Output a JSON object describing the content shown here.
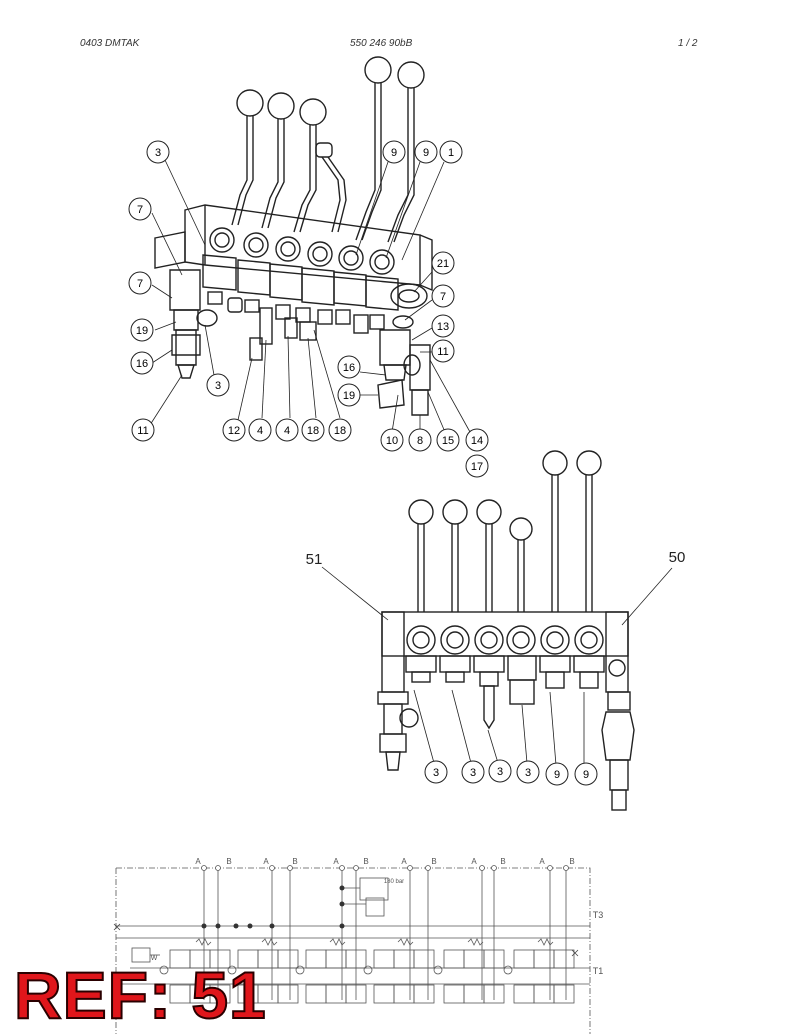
{
  "header": {
    "left": "0403   DMTAK",
    "center": "550 246 90bB",
    "right": "1 /   2"
  },
  "top_balloons": [
    "3",
    "7",
    "7",
    "19",
    "16",
    "11",
    "3",
    "12",
    "4",
    "4",
    "18",
    "18",
    "9",
    "9",
    "1",
    "21",
    "7",
    "13",
    "11",
    "16",
    "19",
    "10",
    "8",
    "15",
    "14",
    "17"
  ],
  "middle": {
    "callouts": [
      "51",
      "50"
    ],
    "balloons": [
      "3",
      "3",
      "3",
      "3",
      "9",
      "9"
    ]
  },
  "schematic": {
    "port_labels": [
      "A",
      "B",
      "A",
      "B",
      "A",
      "B",
      "A",
      "B",
      "A",
      "B",
      "A",
      "B"
    ],
    "pressure_label": "180 bar",
    "line_labels": [
      "T3",
      "T1"
    ],
    "small_labels": [
      "W"
    ]
  },
  "ref_stamp": "REF: 51",
  "colors": {
    "line": "#222222",
    "schematic": "#555555",
    "stamp": "#e0161b"
  }
}
